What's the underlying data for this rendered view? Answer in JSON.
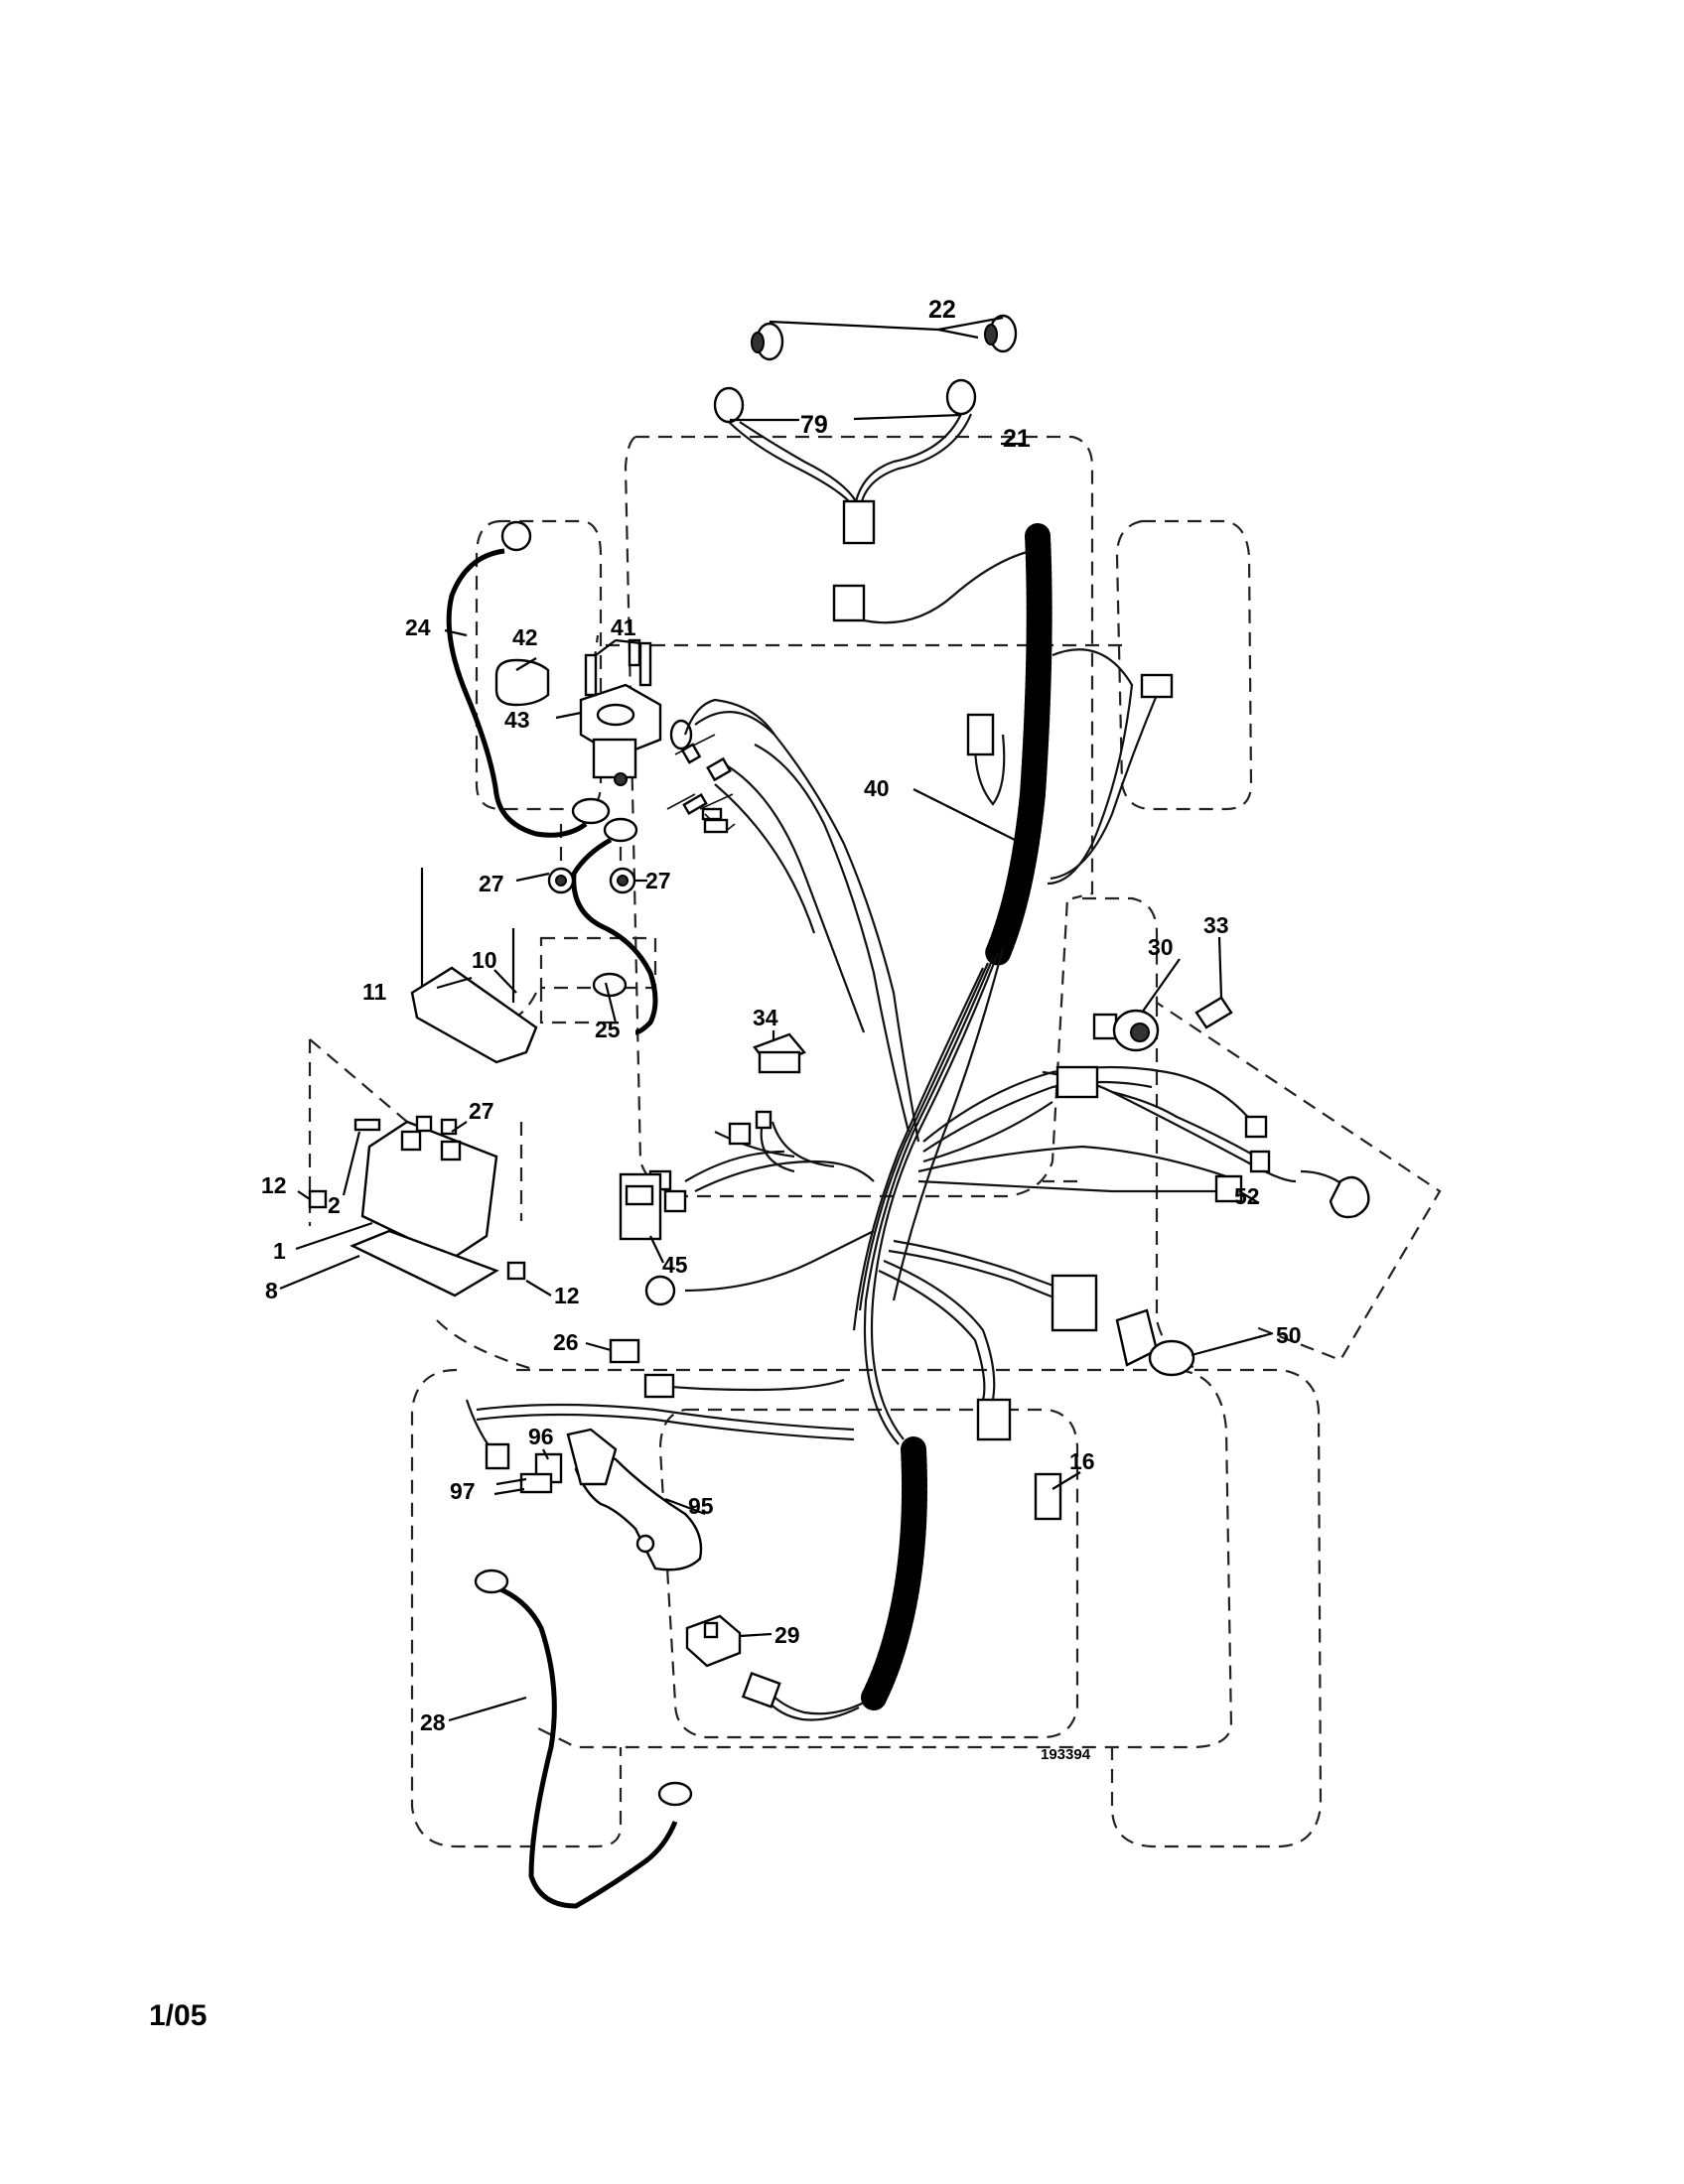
{
  "diagram": {
    "reference_number": "193394",
    "page_date": "1/05",
    "callouts": [
      {
        "id": "c22",
        "label": "22"
      },
      {
        "id": "c79",
        "label": "79"
      },
      {
        "id": "c21",
        "label": "21"
      },
      {
        "id": "c24",
        "label": "24"
      },
      {
        "id": "c42",
        "label": "42"
      },
      {
        "id": "c41",
        "label": "41"
      },
      {
        "id": "c43",
        "label": "43"
      },
      {
        "id": "c40",
        "label": "40"
      },
      {
        "id": "c27a",
        "label": "27"
      },
      {
        "id": "c27b",
        "label": "27"
      },
      {
        "id": "c10",
        "label": "10"
      },
      {
        "id": "c11",
        "label": "11"
      },
      {
        "id": "c25",
        "label": "25"
      },
      {
        "id": "c33",
        "label": "33"
      },
      {
        "id": "c30",
        "label": "30"
      },
      {
        "id": "c34",
        "label": "34"
      },
      {
        "id": "c27c",
        "label": "27"
      },
      {
        "id": "c12a",
        "label": "12"
      },
      {
        "id": "c2",
        "label": "2"
      },
      {
        "id": "c1",
        "label": "1"
      },
      {
        "id": "c8",
        "label": "8"
      },
      {
        "id": "c45",
        "label": "45"
      },
      {
        "id": "c52",
        "label": "52"
      },
      {
        "id": "c12b",
        "label": "12"
      },
      {
        "id": "c26",
        "label": "26"
      },
      {
        "id": "c50",
        "label": "50"
      },
      {
        "id": "c96",
        "label": "96"
      },
      {
        "id": "c97",
        "label": "97"
      },
      {
        "id": "c95",
        "label": "95"
      },
      {
        "id": "c16",
        "label": "16"
      },
      {
        "id": "c29",
        "label": "29"
      },
      {
        "id": "c28",
        "label": "28"
      }
    ]
  }
}
